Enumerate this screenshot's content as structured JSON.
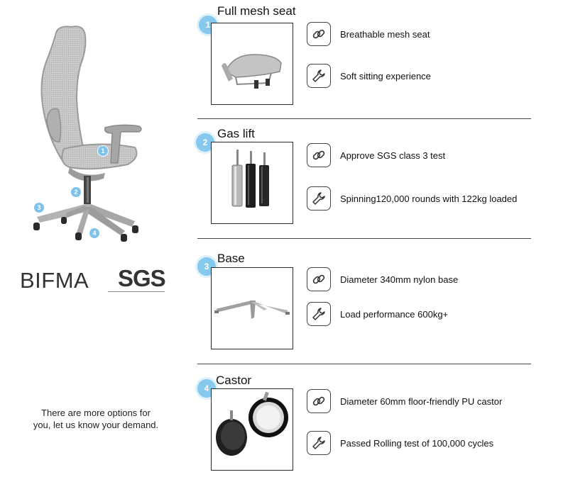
{
  "chair_badges": [
    "1",
    "2",
    "3",
    "4"
  ],
  "certifications": {
    "bifma": "BIFMA",
    "sgs": "SGS"
  },
  "note": {
    "line1": "There are more options for",
    "line2": "you, let us know your demand."
  },
  "sections": [
    {
      "number": "1",
      "title": "Full mesh seat",
      "thumbnail_icon": "mesh-seat",
      "features": [
        {
          "icon": "chain-link-icon",
          "text": "Breathable mesh seat"
        },
        {
          "icon": "wrench-icon",
          "text": "Soft sitting experience"
        }
      ]
    },
    {
      "number": "2",
      "title": "Gas lift",
      "thumbnail_icon": "gas-cylinders",
      "features": [
        {
          "icon": "chain-link-icon",
          "text": "Approve SGS class 3 test"
        },
        {
          "icon": "wrench-icon",
          "text": "Spinning120,000 rounds with 122kg loaded"
        }
      ]
    },
    {
      "number": "3",
      "title": "Base",
      "thumbnail_icon": "nylon-base",
      "features": [
        {
          "icon": "chain-link-icon",
          "text": "Diameter 340mm nylon base"
        },
        {
          "icon": "wrench-icon",
          "text": "Load performance 600kg+"
        }
      ]
    },
    {
      "number": "4",
      "title": "Castor",
      "thumbnail_icon": "castor-wheels",
      "features": [
        {
          "icon": "chain-link-icon",
          "text": "Diameter 60mm floor-friendly PU castor"
        },
        {
          "icon": "wrench-icon",
          "text": "Passed Rolling test of 100,000 cycles"
        }
      ]
    }
  ]
}
